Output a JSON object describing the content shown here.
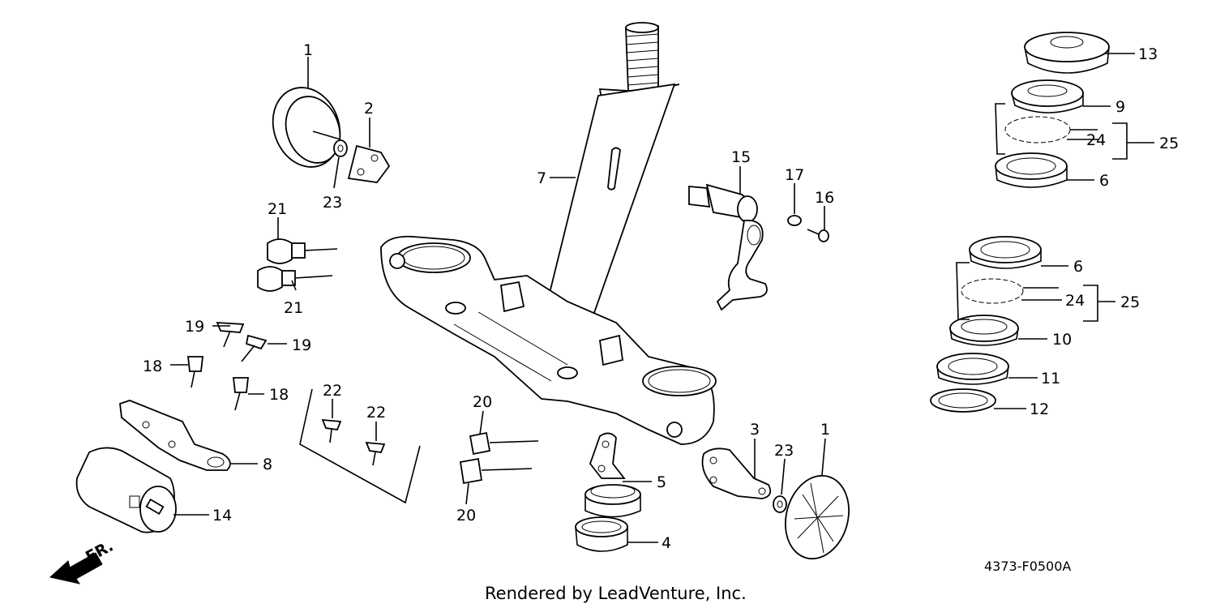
{
  "diagram": {
    "code": "4373-F0500A",
    "credit": "Rendered by LeadVenture, Inc.",
    "direction": "FR.",
    "callouts": {
      "c1a": "1",
      "c1b": "1",
      "c2": "2",
      "c3": "3",
      "c4": "4",
      "c5": "5",
      "c6a": "6",
      "c6b": "6",
      "c7": "7",
      "c8": "8",
      "c9": "9",
      "c10": "10",
      "c11": "11",
      "c12": "12",
      "c13": "13",
      "c14": "14",
      "c15": "15",
      "c16": "16",
      "c17": "17",
      "c18a": "18",
      "c18b": "18",
      "c19a": "19",
      "c19b": "19",
      "c20a": "20",
      "c20b": "20",
      "c21a": "21",
      "c21b": "21",
      "c22a": "22",
      "c22b": "22",
      "c23a": "23",
      "c23b": "23",
      "c24a": "24",
      "c24b": "24",
      "c25a": "25",
      "c25b": "25"
    }
  }
}
